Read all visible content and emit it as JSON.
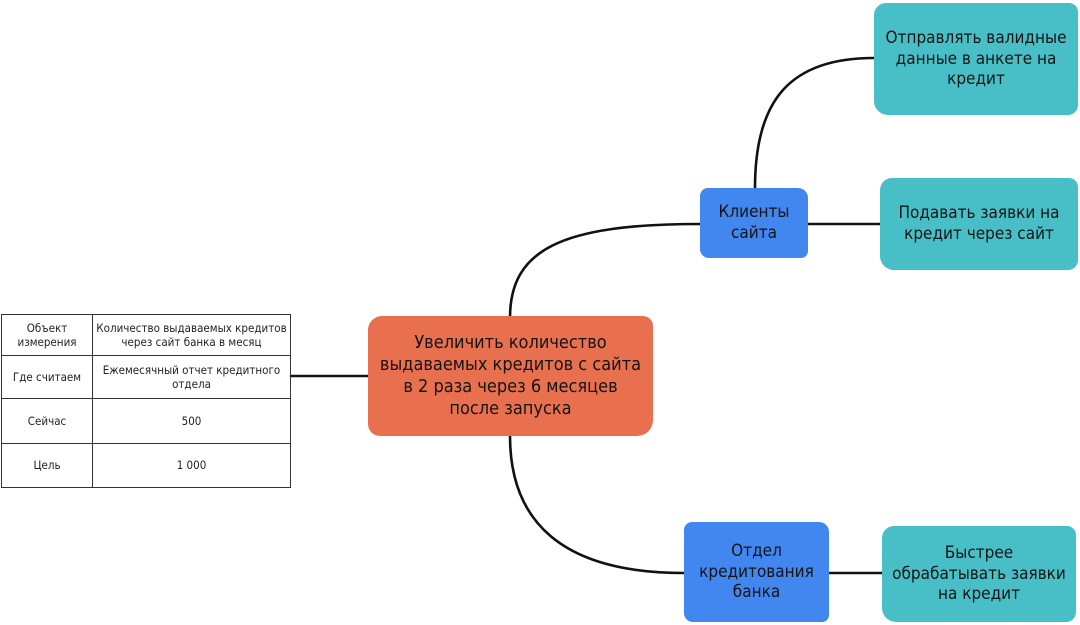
{
  "goal": {
    "label": "Увеличить количество выдаваемых кредитов с сайта в 2 раза через 6 месяцев после запуска",
    "color": "#e8704f"
  },
  "metrics_table": {
    "rows": [
      {
        "key": "Объект измерения",
        "value": "Количество выдаваемых кредитов через сайт банка в месяц"
      },
      {
        "key": "Где считаем",
        "value": "Ежемесячный отчет кредитного отдела"
      },
      {
        "key": "Сейчас",
        "value": "500"
      },
      {
        "key": "Цель",
        "value": "1 000"
      }
    ]
  },
  "actors": [
    {
      "label": "Клиенты сайта",
      "color": "#4286f0",
      "impacts": [
        {
          "label": "Отправлять валидные данные в анкете на кредит",
          "color": "#48bfc6"
        },
        {
          "label": "Подавать заявки на кредит через сайт",
          "color": "#48bfc6"
        }
      ]
    },
    {
      "label": "Отдел кредитования банка",
      "color": "#4286f0",
      "impacts": [
        {
          "label": "Быстрее обрабатывать заявки на кредит",
          "color": "#48bfc6"
        }
      ]
    }
  ]
}
